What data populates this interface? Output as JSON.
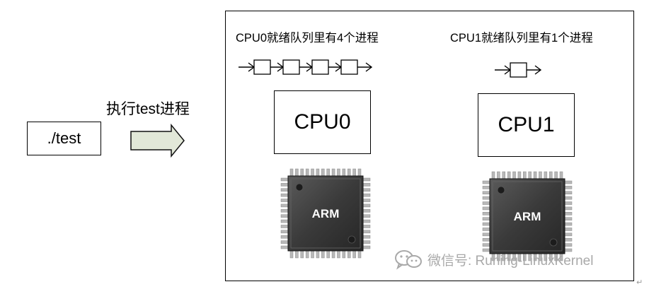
{
  "source_label": "./test",
  "exec_label": "执行test进程",
  "queue0": {
    "title": "CPU0就绪队列里有4个进程",
    "count": 4
  },
  "queue1": {
    "title": "CPU1就绪队列里有1个进程",
    "count": 1
  },
  "cpu0": {
    "label": "CPU0",
    "chip_text": "ARM"
  },
  "cpu1": {
    "label": "CPU1",
    "chip_text": "ARM"
  },
  "watermark": {
    "text": "微信号: Runing-LinuxKernel",
    "icon": "wechat-icon"
  },
  "end_mark": "↵",
  "colors": {
    "arrow_fill": "#e2e8d8",
    "chip_body": "#3a3a3a",
    "chip_pins": "#b8b8b8",
    "watermark": "#a9a9a9"
  }
}
